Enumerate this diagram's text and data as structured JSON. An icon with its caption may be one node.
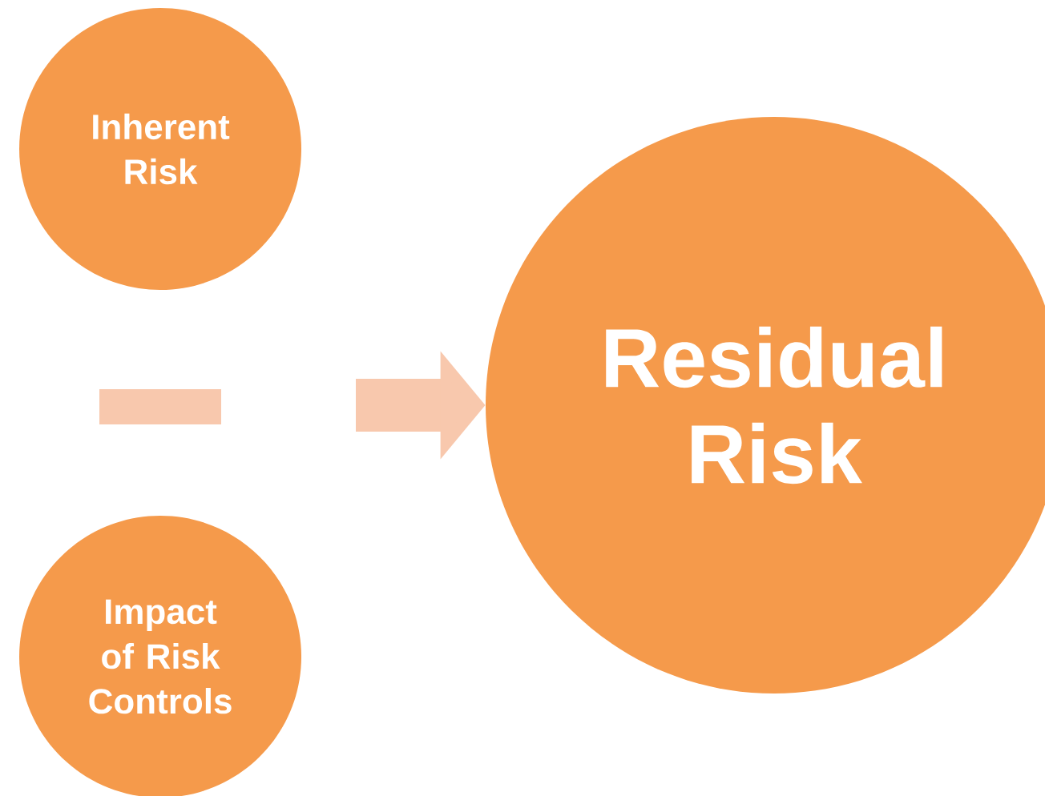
{
  "diagram": {
    "nodes": [
      {
        "text": [
          "Inherent Risk"
        ]
      },
      {
        "text": [],
        "shape": "bar"
      },
      {
        "text": [
          "Impact of Risk Controls"
        ]
      },
      {
        "text": [
          "Residual Risk"
        ]
      }
    ],
    "edges": [
      {
        "from": null,
        "to": 3,
        "arrow": "to"
      }
    ]
  }
}
